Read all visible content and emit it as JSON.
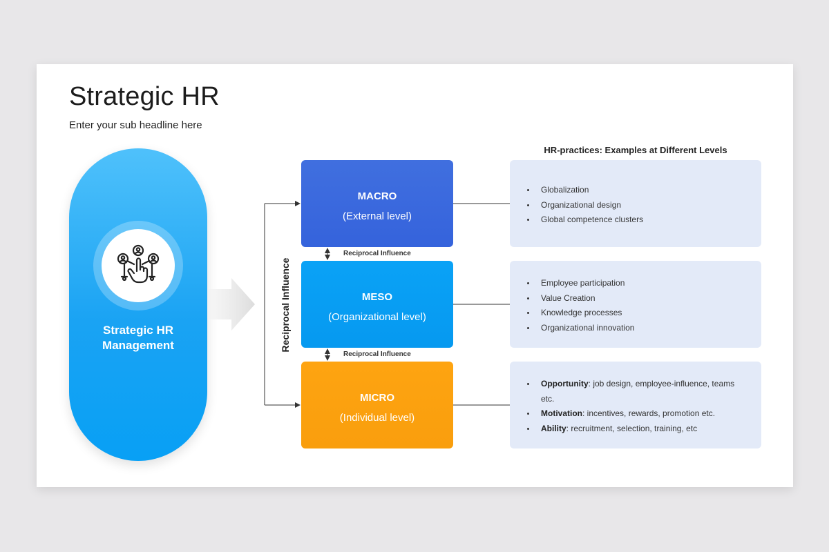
{
  "slide": {
    "title": "Strategic HR",
    "subtitle": "Enter your sub headline here"
  },
  "left_pill": {
    "icon": "hand-touch-network-icon",
    "label": "Strategic HR\nManagement",
    "color": "#1aa3f3"
  },
  "vertical_label": "Reciprocal Influence",
  "levels": [
    {
      "title": "MACRO",
      "subtitle": "(External level)",
      "color": "#3f6ede"
    },
    {
      "title": "MESO",
      "subtitle": "(Organizational level)",
      "color": "#0aa2f6"
    },
    {
      "title": "MICRO",
      "subtitle": "(Individual level)",
      "color": "#fea411"
    }
  ],
  "reciprocal_labels": [
    "Reciprocal Influence",
    "Reciprocal Influence"
  ],
  "practices": {
    "heading": "HR-practices: Examples at Different Levels",
    "macro": [
      "Globalization",
      "Organizational design",
      "Global competence  clusters"
    ],
    "meso": [
      "Employee participation",
      "Value Creation",
      "Knowledge processes",
      "Organizational innovation"
    ],
    "micro": [
      {
        "term": "Opportunity",
        "text": ": job design, employee-influence,  teams etc."
      },
      {
        "term": "Motivation",
        "text": ": incentives,  rewards, promotion etc."
      },
      {
        "term": "Ability",
        "text": ": recruitment, selection, training, etc"
      }
    ],
    "panel_color": "#e3eaf8"
  }
}
